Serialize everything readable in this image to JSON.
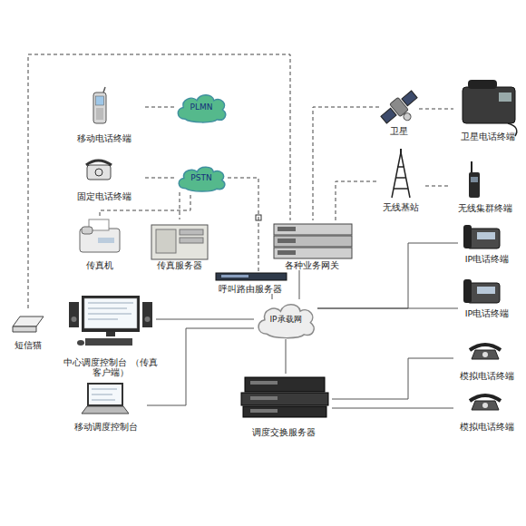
{
  "diagram": {
    "nodes": [
      {
        "text": [
          "移动电话终端"
        ]
      },
      {
        "text": [
          "PLMN"
        ]
      },
      {
        "text": [
          "卫星"
        ]
      },
      {
        "text": [
          "卫星电话终端"
        ]
      },
      {
        "text": [
          "固定电话终端"
        ]
      },
      {
        "text": [
          "PSTN"
        ]
      },
      {
        "text": [
          "无线基站"
        ]
      },
      {
        "text": [
          "无线集群终端"
        ]
      },
      {
        "text": [
          "传真机"
        ]
      },
      {
        "text": [
          "传真服务器"
        ]
      },
      {
        "text": [
          "各种业务网关"
        ]
      },
      {
        "text": [
          "呼叫路由服务器"
        ]
      },
      {
        "text": [
          "IP电话终端"
        ]
      },
      {
        "text": [
          "短信猫"
        ]
      },
      {
        "text": [
          "中心调度控制台 （传真客户端）"
        ]
      },
      {
        "text": [
          "IP承载网"
        ]
      },
      {
        "text": [
          "IP电话终端"
        ]
      },
      {
        "text": [
          "模拟电话终端"
        ]
      },
      {
        "text": [
          "移动调度控制台"
        ]
      },
      {
        "text": [
          "调度交换服务器"
        ]
      },
      {
        "text": [
          "模拟电话终端"
        ]
      }
    ],
    "edges": [
      {
        "from": 0,
        "to": 1,
        "arrow": "none"
      },
      {
        "from": 13,
        "to": 10,
        "arrow": "none"
      },
      {
        "from": 4,
        "to": 5,
        "arrow": "none"
      },
      {
        "from": 5,
        "to": 11,
        "arrow": "none"
      },
      {
        "from": 5,
        "to": 9,
        "arrow": "none"
      },
      {
        "from": 8,
        "to": 5,
        "arrow": "none"
      },
      {
        "from": 2,
        "to": 3,
        "arrow": "none"
      },
      {
        "from": 2,
        "to": 10,
        "arrow": "none"
      },
      {
        "from": 6,
        "to": 7,
        "arrow": "none"
      },
      {
        "from": 6,
        "to": 10,
        "arrow": "none"
      },
      {
        "from": 10,
        "to": 15,
        "arrow": "none"
      },
      {
        "from": 11,
        "to": 15,
        "arrow": "none"
      },
      {
        "from": 14,
        "to": 15,
        "arrow": "none"
      },
      {
        "from": 18,
        "to": 15,
        "arrow": "none"
      },
      {
        "from": 19,
        "to": 15,
        "arrow": "none"
      },
      {
        "from": 15,
        "to": 12,
        "arrow": "none"
      },
      {
        "from": 15,
        "to": 16,
        "arrow": "none"
      },
      {
        "from": 19,
        "to": 17,
        "arrow": "none"
      },
      {
        "from": 19,
        "to": 20,
        "arrow": "none"
      }
    ]
  }
}
